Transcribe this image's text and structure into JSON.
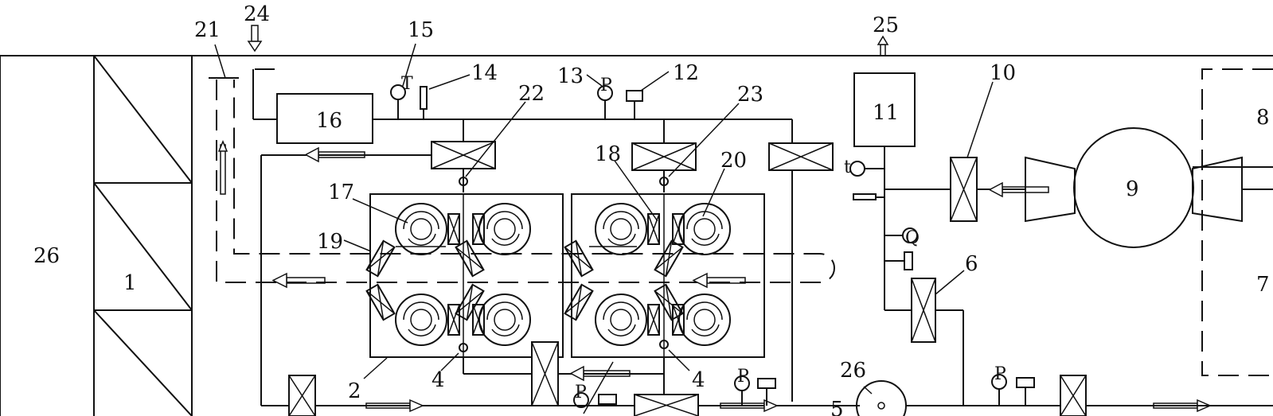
{
  "labels": {
    "n1": "1",
    "n2": "2",
    "n4a": "4",
    "n4b": "4",
    "n5": "5",
    "n6": "6",
    "n7": "7",
    "n8": "8",
    "n9": "9",
    "n10": "10",
    "n11": "11",
    "n12": "12",
    "n13": "13",
    "n14": "14",
    "n15": "15",
    "n16": "16",
    "n17": "17",
    "n18": "18",
    "n19": "19",
    "n20": "20",
    "n21": "21",
    "n22": "22",
    "n23": "23",
    "n24": "24",
    "n25": "25",
    "n26a": "26",
    "n26b": "26"
  },
  "instrument_letters": {
    "t": "T",
    "p13": "P",
    "p_mid": "P",
    "p_right": "P",
    "p_bottom": "P",
    "q": "Q",
    "t_side": "t"
  }
}
